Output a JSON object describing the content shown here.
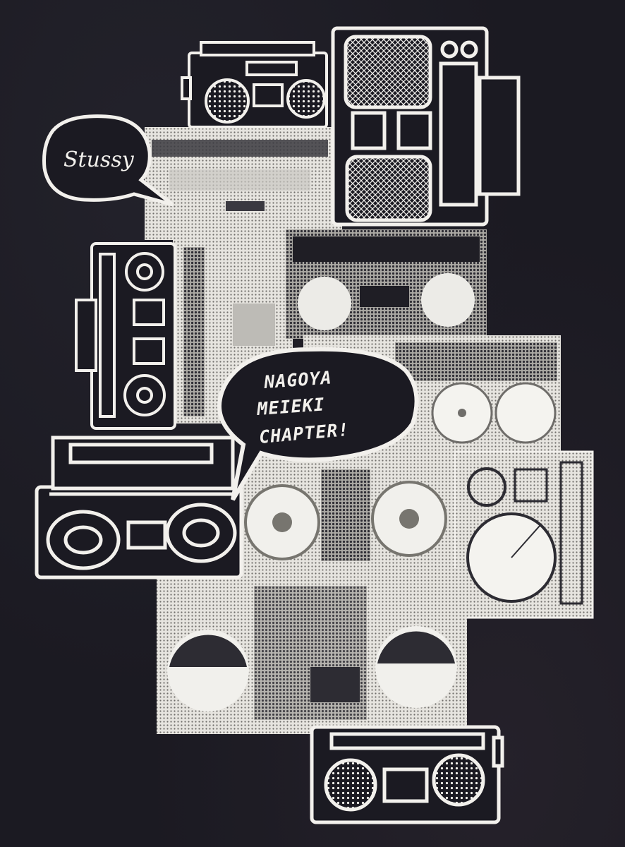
{
  "logo": {
    "text": "Stussy"
  },
  "speech_bubble": {
    "lines": [
      "NAGOYA",
      "MEIEKI",
      "CHAPTER!"
    ]
  },
  "colors": {
    "background": "#1b1a22",
    "ink": "#f2f0ec",
    "photo_light": "#d9d7d2",
    "photo_mid": "#9a9892",
    "photo_dark": "#3a3940"
  }
}
